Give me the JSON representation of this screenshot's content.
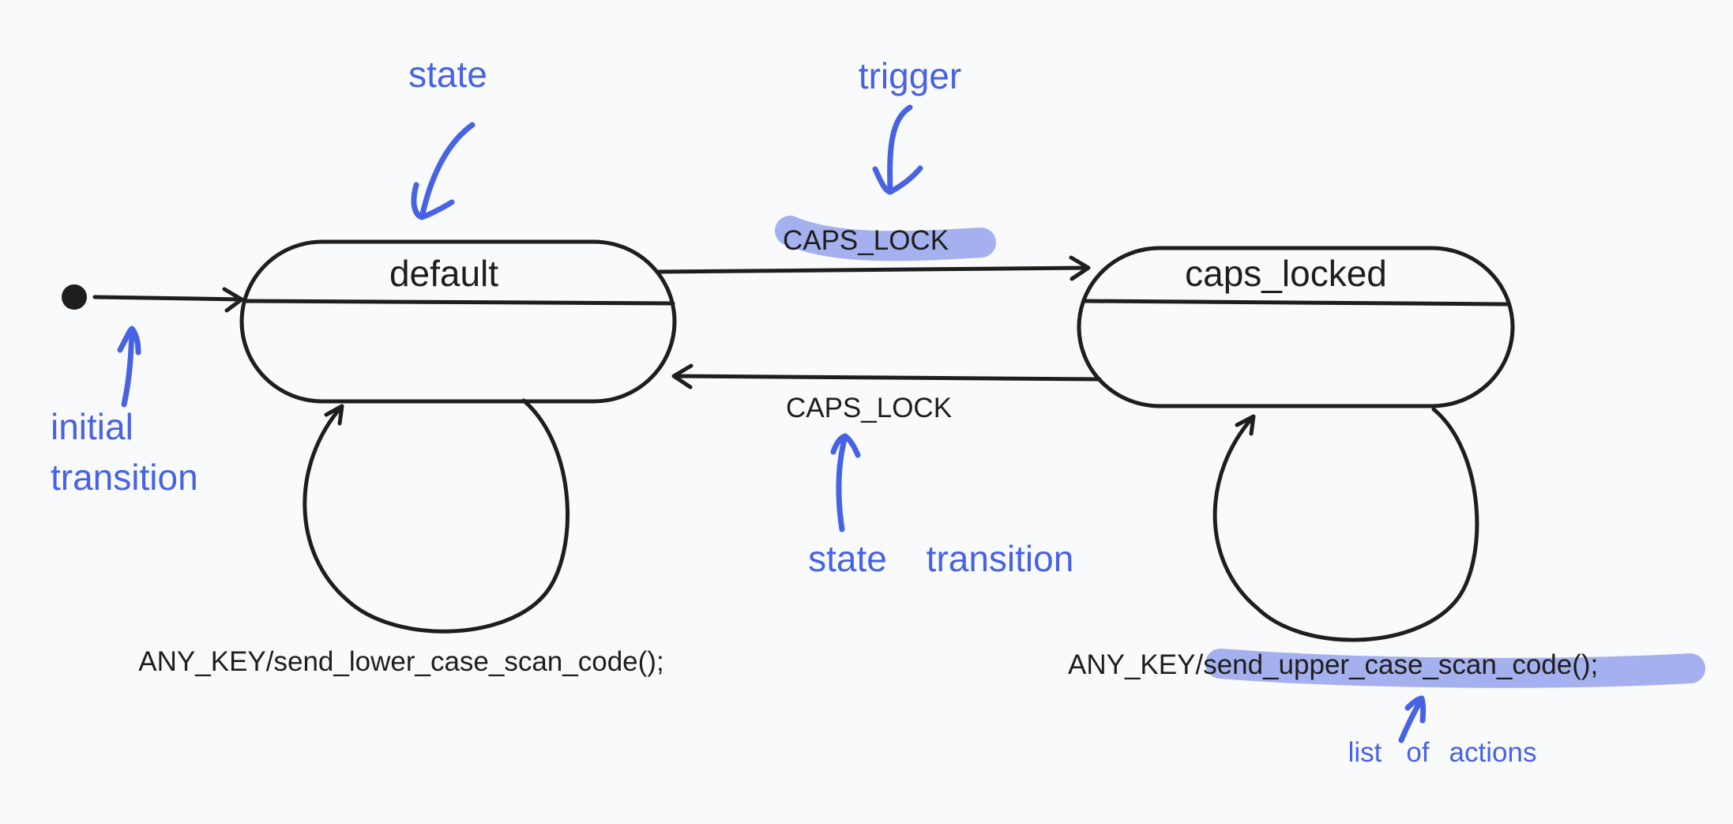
{
  "states": {
    "default": "default",
    "caps_locked": "caps_locked"
  },
  "transitions": {
    "to_caps": "CAPS_LOCK",
    "to_default": "CAPS_LOCK",
    "self_default": "ANY_KEY/send_lower_case_scan_code();",
    "self_caps": "ANY_KEY/send_upper_case_scan_code();"
  },
  "annotations": {
    "state": "state",
    "trigger": "trigger",
    "initial_1": "initial",
    "initial_2": "transition",
    "state_transition_1": "state",
    "state_transition_2": "transition",
    "list_1": "list",
    "list_2": "of",
    "list_3": "actions"
  },
  "colors": {
    "ink": "#1e1e1e",
    "annotation": "#4763e4",
    "highlight": "#a5b0ee",
    "background": "#f9fafb"
  }
}
